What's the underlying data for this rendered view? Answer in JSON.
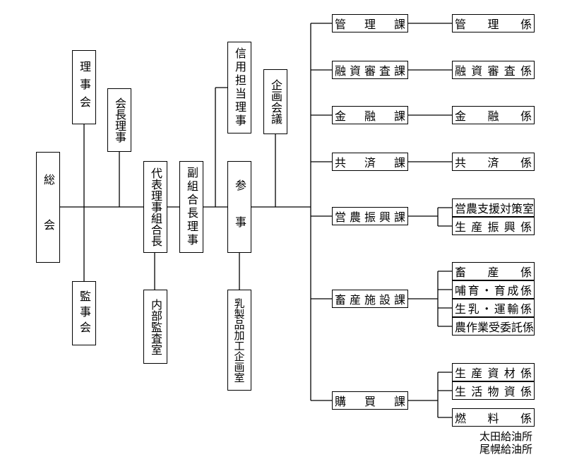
{
  "assembly": "総　会",
  "board_of_directors": "理事会",
  "chairman_director": "会長理事",
  "auditors": "監事会",
  "representative": "代表理事組合長",
  "internal_audit": "内部監査室",
  "vice_president": "副組合長理事",
  "credit_director": "信用担当理事",
  "counselor": "参　事",
  "dairy_planning": "乳製品加工企画室",
  "planning_council": "企画会議",
  "sections": [
    {
      "name": "管理課",
      "units": [
        "管理係"
      ]
    },
    {
      "name": "融資審査課",
      "units": [
        "融資審査係"
      ]
    },
    {
      "name": "金融課",
      "units": [
        "金融係"
      ]
    },
    {
      "name": "共済課",
      "units": [
        "共済係"
      ]
    },
    {
      "name": "営農振興課",
      "units": [
        "営農支援対策室",
        "生産振興係"
      ]
    },
    {
      "name": "畜産施設課",
      "units": [
        "畜産係",
        "哺育・育成係",
        "生乳・運輸係",
        "農作業受委託係"
      ]
    },
    {
      "name": "購買課",
      "units": [
        "生産資材係",
        "生活物資係",
        "燃料係"
      ]
    }
  ],
  "gas_stations": [
    "太田給油所",
    "尾幌給油所"
  ]
}
